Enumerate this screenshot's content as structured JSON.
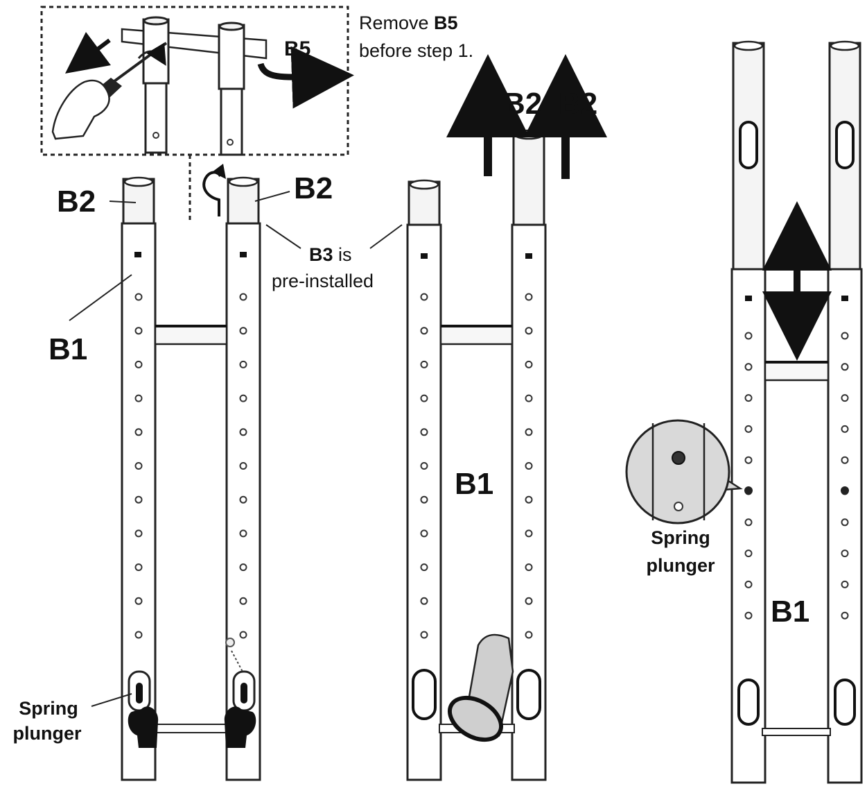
{
  "inset": {
    "note_prefix": "Remove ",
    "note_part": "B5",
    "note_line2": "before step 1.",
    "part_label": "B5"
  },
  "panel1": {
    "label_b2_left": "B2",
    "label_b2_right": "B2",
    "label_b1": "B1",
    "b3_part": "B3",
    "b3_text_suffix": " is",
    "b3_text_line2": "pre-installed",
    "spring_line1": "Spring",
    "spring_line2": "plunger"
  },
  "panel2": {
    "label_b2_left": "B2",
    "label_b2_right": "B2",
    "label_b1": "B1"
  },
  "panel3": {
    "label_b1": "B1",
    "spring_line1": "Spring",
    "spring_line2": "plunger"
  },
  "colors": {
    "ink": "#111111",
    "zoom_fill": "#d9d9d9",
    "hand_fill": "#111111",
    "grip_fill": "#cfcfcf"
  }
}
